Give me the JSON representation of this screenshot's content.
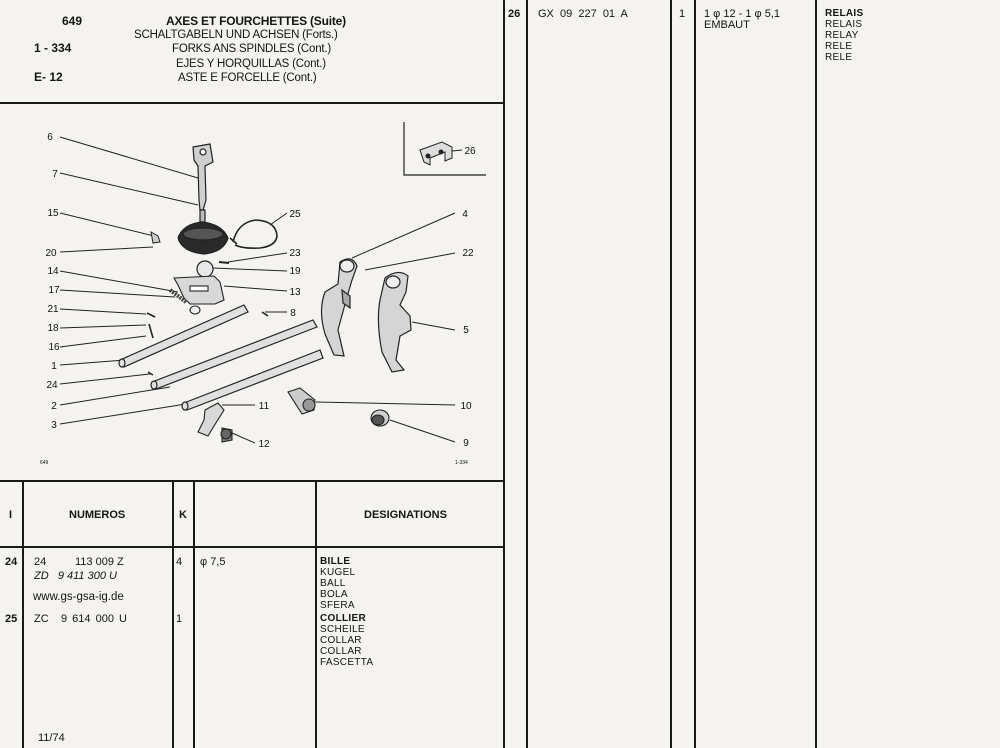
{
  "header": {
    "page": "649",
    "ref": "1 - 334",
    "group": "E- 12",
    "title_fr": "AXES ET FOURCHETTES (Suite)",
    "title_de": "SCHALTGABELN UND ACHSEN (Forts.)",
    "title_en": "FORKS ANS SPINDLES (Cont.)",
    "title_es": "EJES Y HORQUILLAS (Cont.)",
    "title_it": "ASTE E FORCELLE (Cont.)"
  },
  "diagram": {
    "callouts": [
      "6",
      "7",
      "15",
      "20",
      "14",
      "17",
      "21",
      "18",
      "16",
      "1",
      "24",
      "2",
      "3",
      "25",
      "23",
      "19",
      "13",
      "8",
      "4",
      "22",
      "5",
      "10",
      "11",
      "12",
      "9",
      "26"
    ],
    "footer_left": "649",
    "footer_right": "1-334"
  },
  "table": {
    "headers": {
      "index": "I",
      "numeros": "NUMEROS",
      "k": "K",
      "designations": "DESIGNATIONS"
    },
    "rows": [
      {
        "index": "24",
        "num_a": "24",
        "num_b": "113 009 Z",
        "num_alt": "ZD   9 411 300 U",
        "k": "4",
        "spec": "φ 7,5",
        "names": [
          "BILLE",
          "KUGEL",
          "BALL",
          "BOLA",
          "SFERA"
        ]
      },
      {
        "index": "25",
        "num_a": "ZC",
        "num_b": "9 614 000 U",
        "num_alt": "",
        "k": "1",
        "spec": "",
        "names": [
          "COLLIER",
          "SCHEILE",
          "COLLAR",
          "COLLAR",
          "FASCETTA"
        ]
      }
    ],
    "watermark": "www.gs-gsa-ig.de",
    "footer_date": "11/74"
  },
  "right_panel": {
    "index": "26",
    "number": "GX  09  227  01  A",
    "k": "1",
    "spec_line1": "1 φ 12 - 1 φ 5,1",
    "spec_line2": "EMBAUT",
    "names": [
      "RELAIS",
      "RELAIS",
      "RELAY",
      "RELE",
      "RELE"
    ]
  }
}
